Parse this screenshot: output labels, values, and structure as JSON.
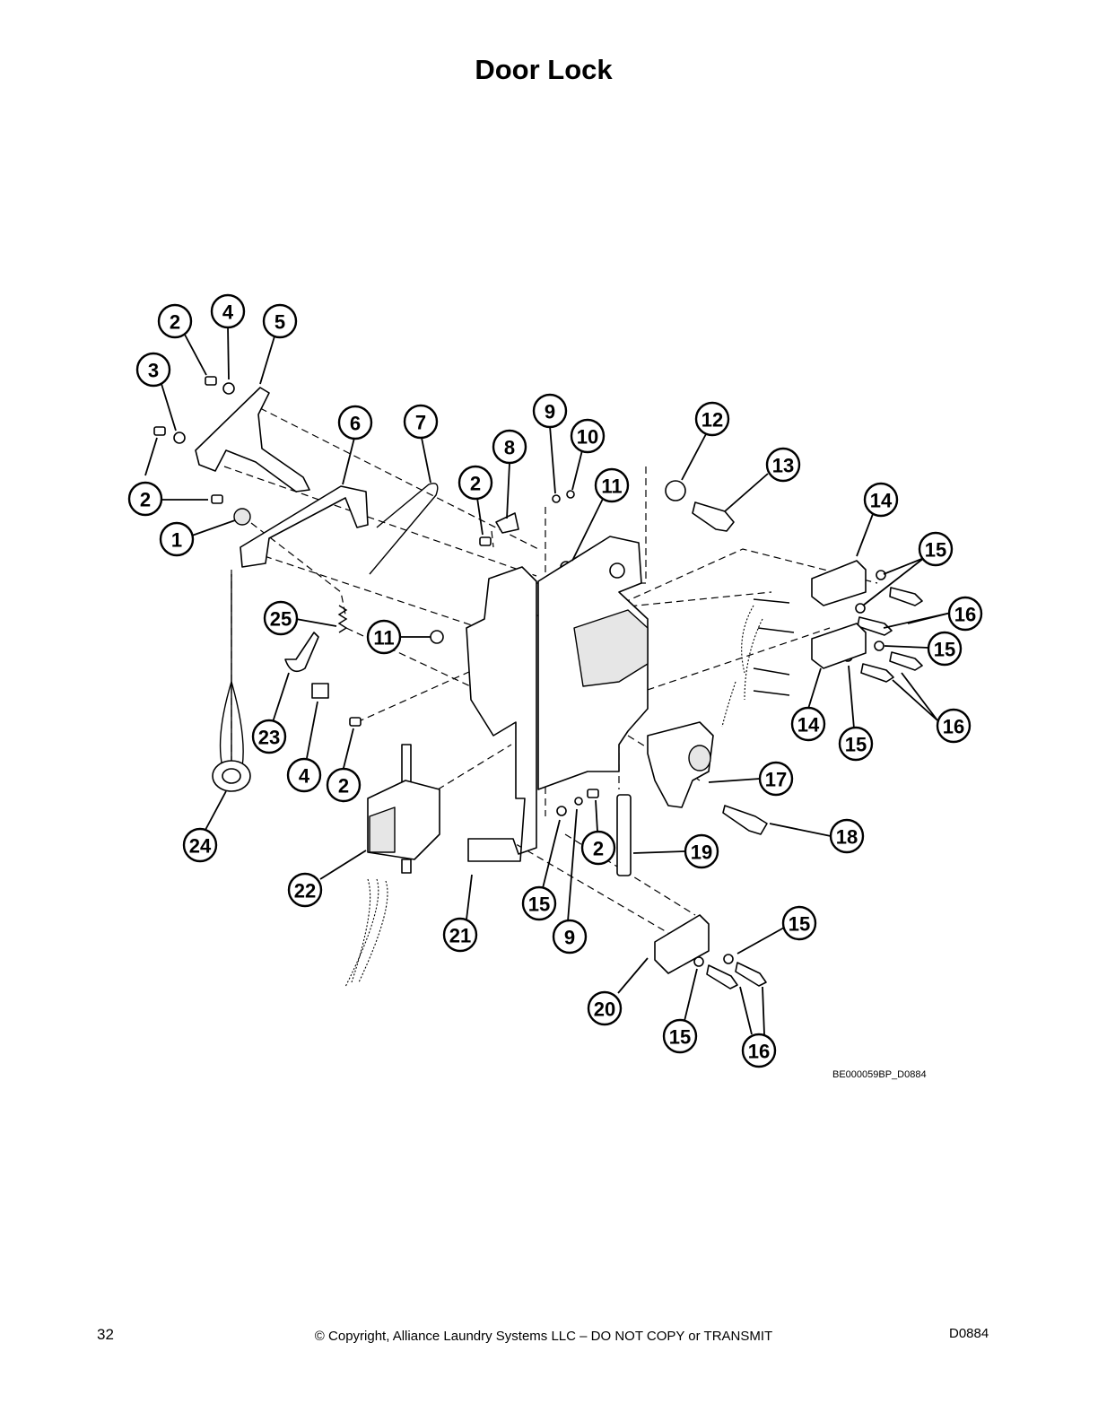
{
  "title": "Door Lock",
  "drawing_code": "BE000059BP_D0884",
  "footer": {
    "page_number": "32",
    "copyright": "© Copyright, Alliance Laundry Systems LLC – DO NOT COPY or TRANSMIT",
    "doc_id": "D0884"
  },
  "callouts": [
    "2",
    "4",
    "5",
    "3",
    "6",
    "7",
    "9",
    "10",
    "12",
    "8",
    "2",
    "11",
    "13",
    "2",
    "1",
    "14",
    "15",
    "16",
    "25",
    "11",
    "15",
    "23",
    "16",
    "4",
    "2",
    "14",
    "15",
    "17",
    "18",
    "24",
    "19",
    "2",
    "22",
    "15",
    "21",
    "9",
    "15",
    "20",
    "15",
    "16"
  ]
}
